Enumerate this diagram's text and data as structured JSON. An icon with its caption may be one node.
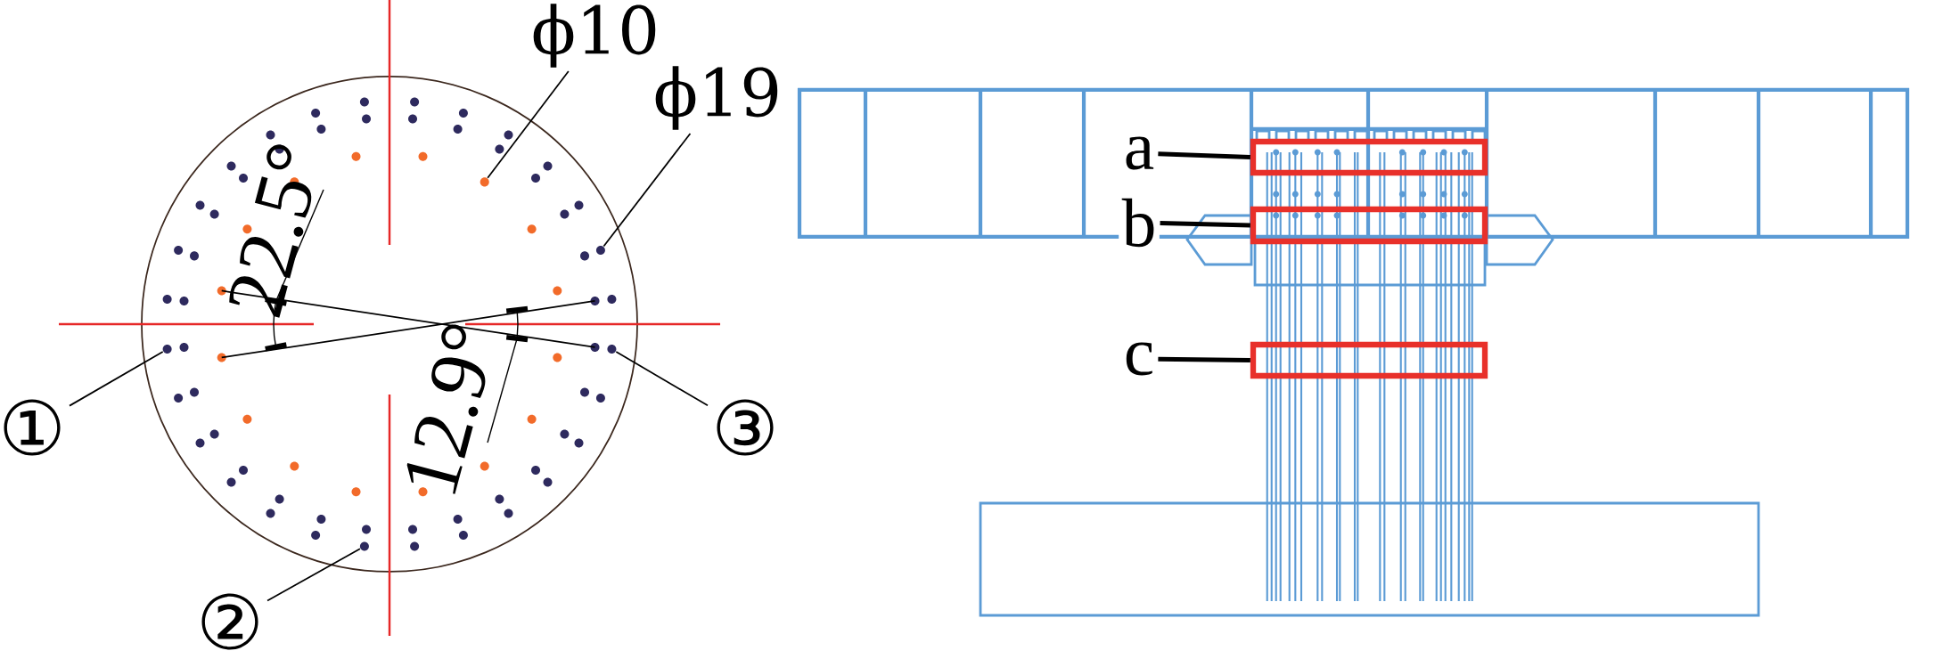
{
  "diagram": {
    "nodes": [
      {
        "text": [
          "ϕ10"
        ]
      },
      {
        "text": [],
        "shape": "circle"
      },
      {
        "text": [
          "ϕ19"
        ]
      },
      {
        "text": [],
        "shape": "circle"
      },
      {
        "text": [
          "①"
        ]
      },
      {
        "text": [],
        "shape": "circle"
      },
      {
        "text": [
          "②"
        ]
      },
      {
        "text": [],
        "shape": "circle"
      },
      {
        "text": [
          "③"
        ]
      },
      {
        "text": [],
        "shape": "circle"
      },
      {
        "text": [
          "a"
        ]
      },
      {
        "text": [],
        "shape": "box"
      },
      {
        "text": [
          "b"
        ]
      },
      {
        "text": [],
        "shape": "box"
      },
      {
        "text": [
          "c"
        ]
      },
      {
        "text": [],
        "shape": "box"
      }
    ],
    "edges": [
      {
        "from": 0,
        "to": 1,
        "arrow": "none"
      },
      {
        "from": 2,
        "to": 3,
        "arrow": "none"
      },
      {
        "from": 4,
        "to": 5,
        "arrow": "none"
      },
      {
        "from": 6,
        "to": 7,
        "arrow": "none"
      },
      {
        "from": 8,
        "to": 9,
        "arrow": "none"
      },
      {
        "from": 10,
        "to": 11,
        "arrow": "none"
      },
      {
        "from": 12,
        "to": 13,
        "arrow": "none"
      },
      {
        "from": 14,
        "to": 15,
        "arrow": "none"
      }
    ],
    "labels": [
      "22.5°",
      "12.9°"
    ]
  }
}
